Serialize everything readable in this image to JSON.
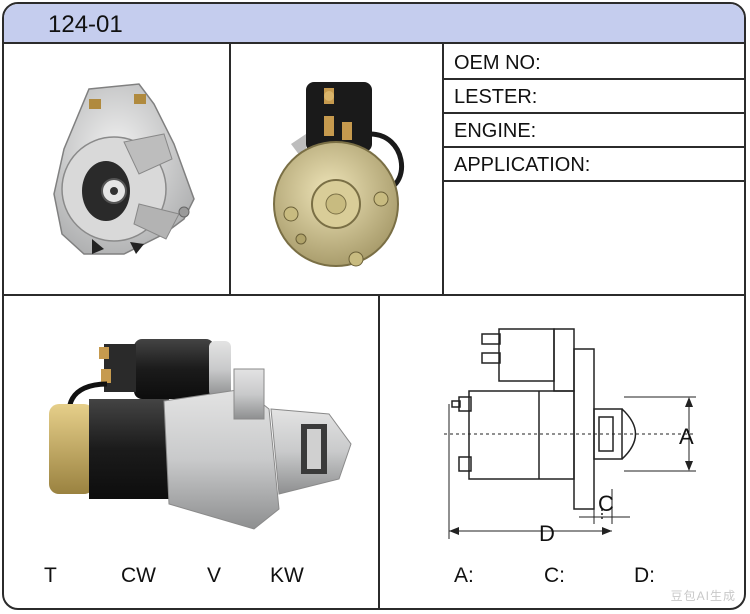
{
  "header": {
    "part_number": "124-01"
  },
  "specs": {
    "oem_no_label": "OEM NO:",
    "lester_label": "LESTER:",
    "engine_label": "ENGINE:",
    "application_label": "APPLICATION:"
  },
  "rotation_labels": {
    "t": "T",
    "cw": "CW",
    "v": "V",
    "kw": "KW"
  },
  "dimension_labels": {
    "a": "A:",
    "c": "C:",
    "d": "D:"
  },
  "diagram": {
    "dim_a": "A",
    "dim_c": "C",
    "dim_d": "D"
  },
  "watermark": "豆包AI生成",
  "colors": {
    "header_bg": "#c5cdee",
    "border": "#2b2b2b",
    "housing": "#c9cacb",
    "body_black": "#1b1b1b",
    "copper": "#c69a4e"
  }
}
